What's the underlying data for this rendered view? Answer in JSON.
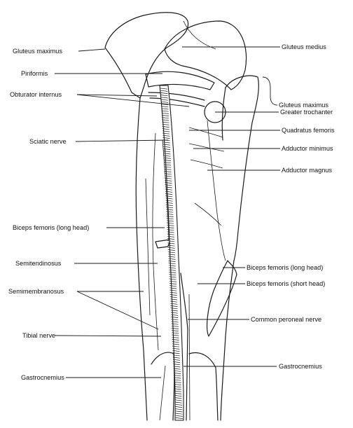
{
  "diagram": {
    "labels_left": [
      "Gluteus maximus",
      "Piriformis",
      "Obturator internus",
      "Sciatic nerve",
      "Biceps femoris (long head)",
      "Semitendinosus",
      "Semimembranosus",
      "Tibial nerve",
      "Gastrocnemius"
    ],
    "labels_right": [
      "Gluteus medius",
      "Gluteus maximus",
      "Greater trochanter",
      "Quadratus femoris",
      "Adductor minimus",
      "Adductor magnus",
      "Biceps femoris (long head)",
      "Biceps femoris (short head)",
      "Common peroneal nerve",
      "Gastrocnemius"
    ]
  }
}
